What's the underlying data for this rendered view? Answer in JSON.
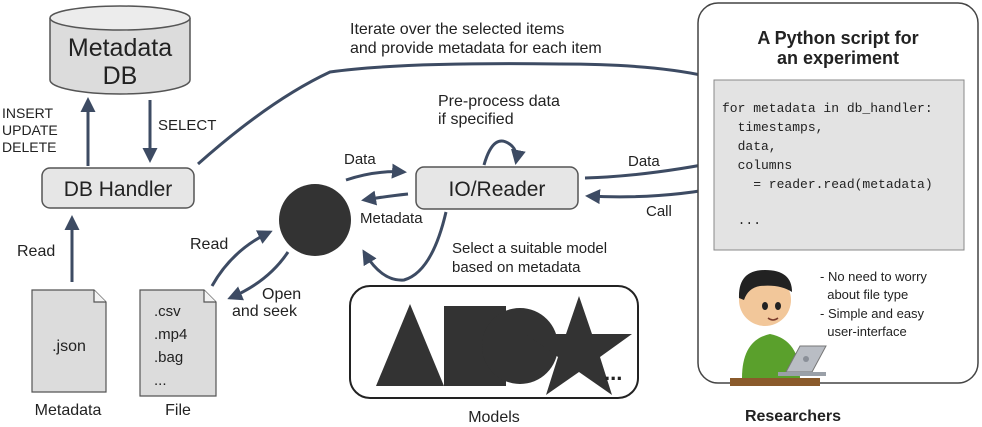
{
  "db": {
    "line1": "Metadata",
    "line2": "DB"
  },
  "db_handler": {
    "label": "DB Handler"
  },
  "io_reader": {
    "label": "IO/Reader"
  },
  "edges": {
    "insert": "INSERT",
    "update": "UPDATE",
    "delete": "DELETE",
    "select": "SELECT",
    "read_db": "Read",
    "read_file": "Read",
    "open": "Open",
    "and_seek": "and seek",
    "data_in": "Data",
    "metadata_out": "Metadata",
    "preprocess1": "Pre-process data",
    "preprocess2": "if specified",
    "select_model1": "Select a suitable model",
    "select_model2": "based on metadata",
    "data_script": "Data",
    "call": "Call",
    "iterate1": "Iterate over the selected items",
    "iterate2": "and provide metadata for each item"
  },
  "metadata_file": {
    "ext": ".json",
    "caption": "Metadata"
  },
  "file": {
    "exts": [
      ".csv",
      ".mp4",
      ".bag",
      "..."
    ],
    "caption": "File"
  },
  "models": {
    "caption": "Models",
    "more": "..."
  },
  "script": {
    "title1": "A Python script for",
    "title2": "an experiment",
    "code": [
      "for metadata in db_handler:",
      "  timestamps,",
      "  data,",
      "  columns",
      "    = reader.read(metadata)",
      "",
      "  ..."
    ],
    "notes": [
      "- No need to worry",
      "  about file type",
      "- Simple and easy",
      "  user-interface"
    ],
    "researchers": "Researchers"
  },
  "colors": {
    "arrow": "#3d4b63",
    "node_fill": "#e6e6e6",
    "dark": "#333333"
  }
}
